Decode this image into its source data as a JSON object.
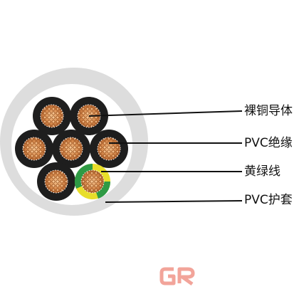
{
  "labels": {
    "bare_copper": "裸铜导体",
    "pvc_insulation": "PVC绝缘",
    "yellow_green": "黄绿线",
    "pvc_sheath": "PVC护套"
  },
  "logo": {
    "text": "GR",
    "color": "#f2a49a"
  },
  "colors": {
    "sheath": "#dddddd",
    "filler": "#ffffff",
    "insulation": "#1e1e1e",
    "copper": "#c5753d",
    "copper_light": "#f0b47a",
    "earth_green": "#2e9a44",
    "earth_yellow": "#e8de2a",
    "leader": "#111111"
  }
}
